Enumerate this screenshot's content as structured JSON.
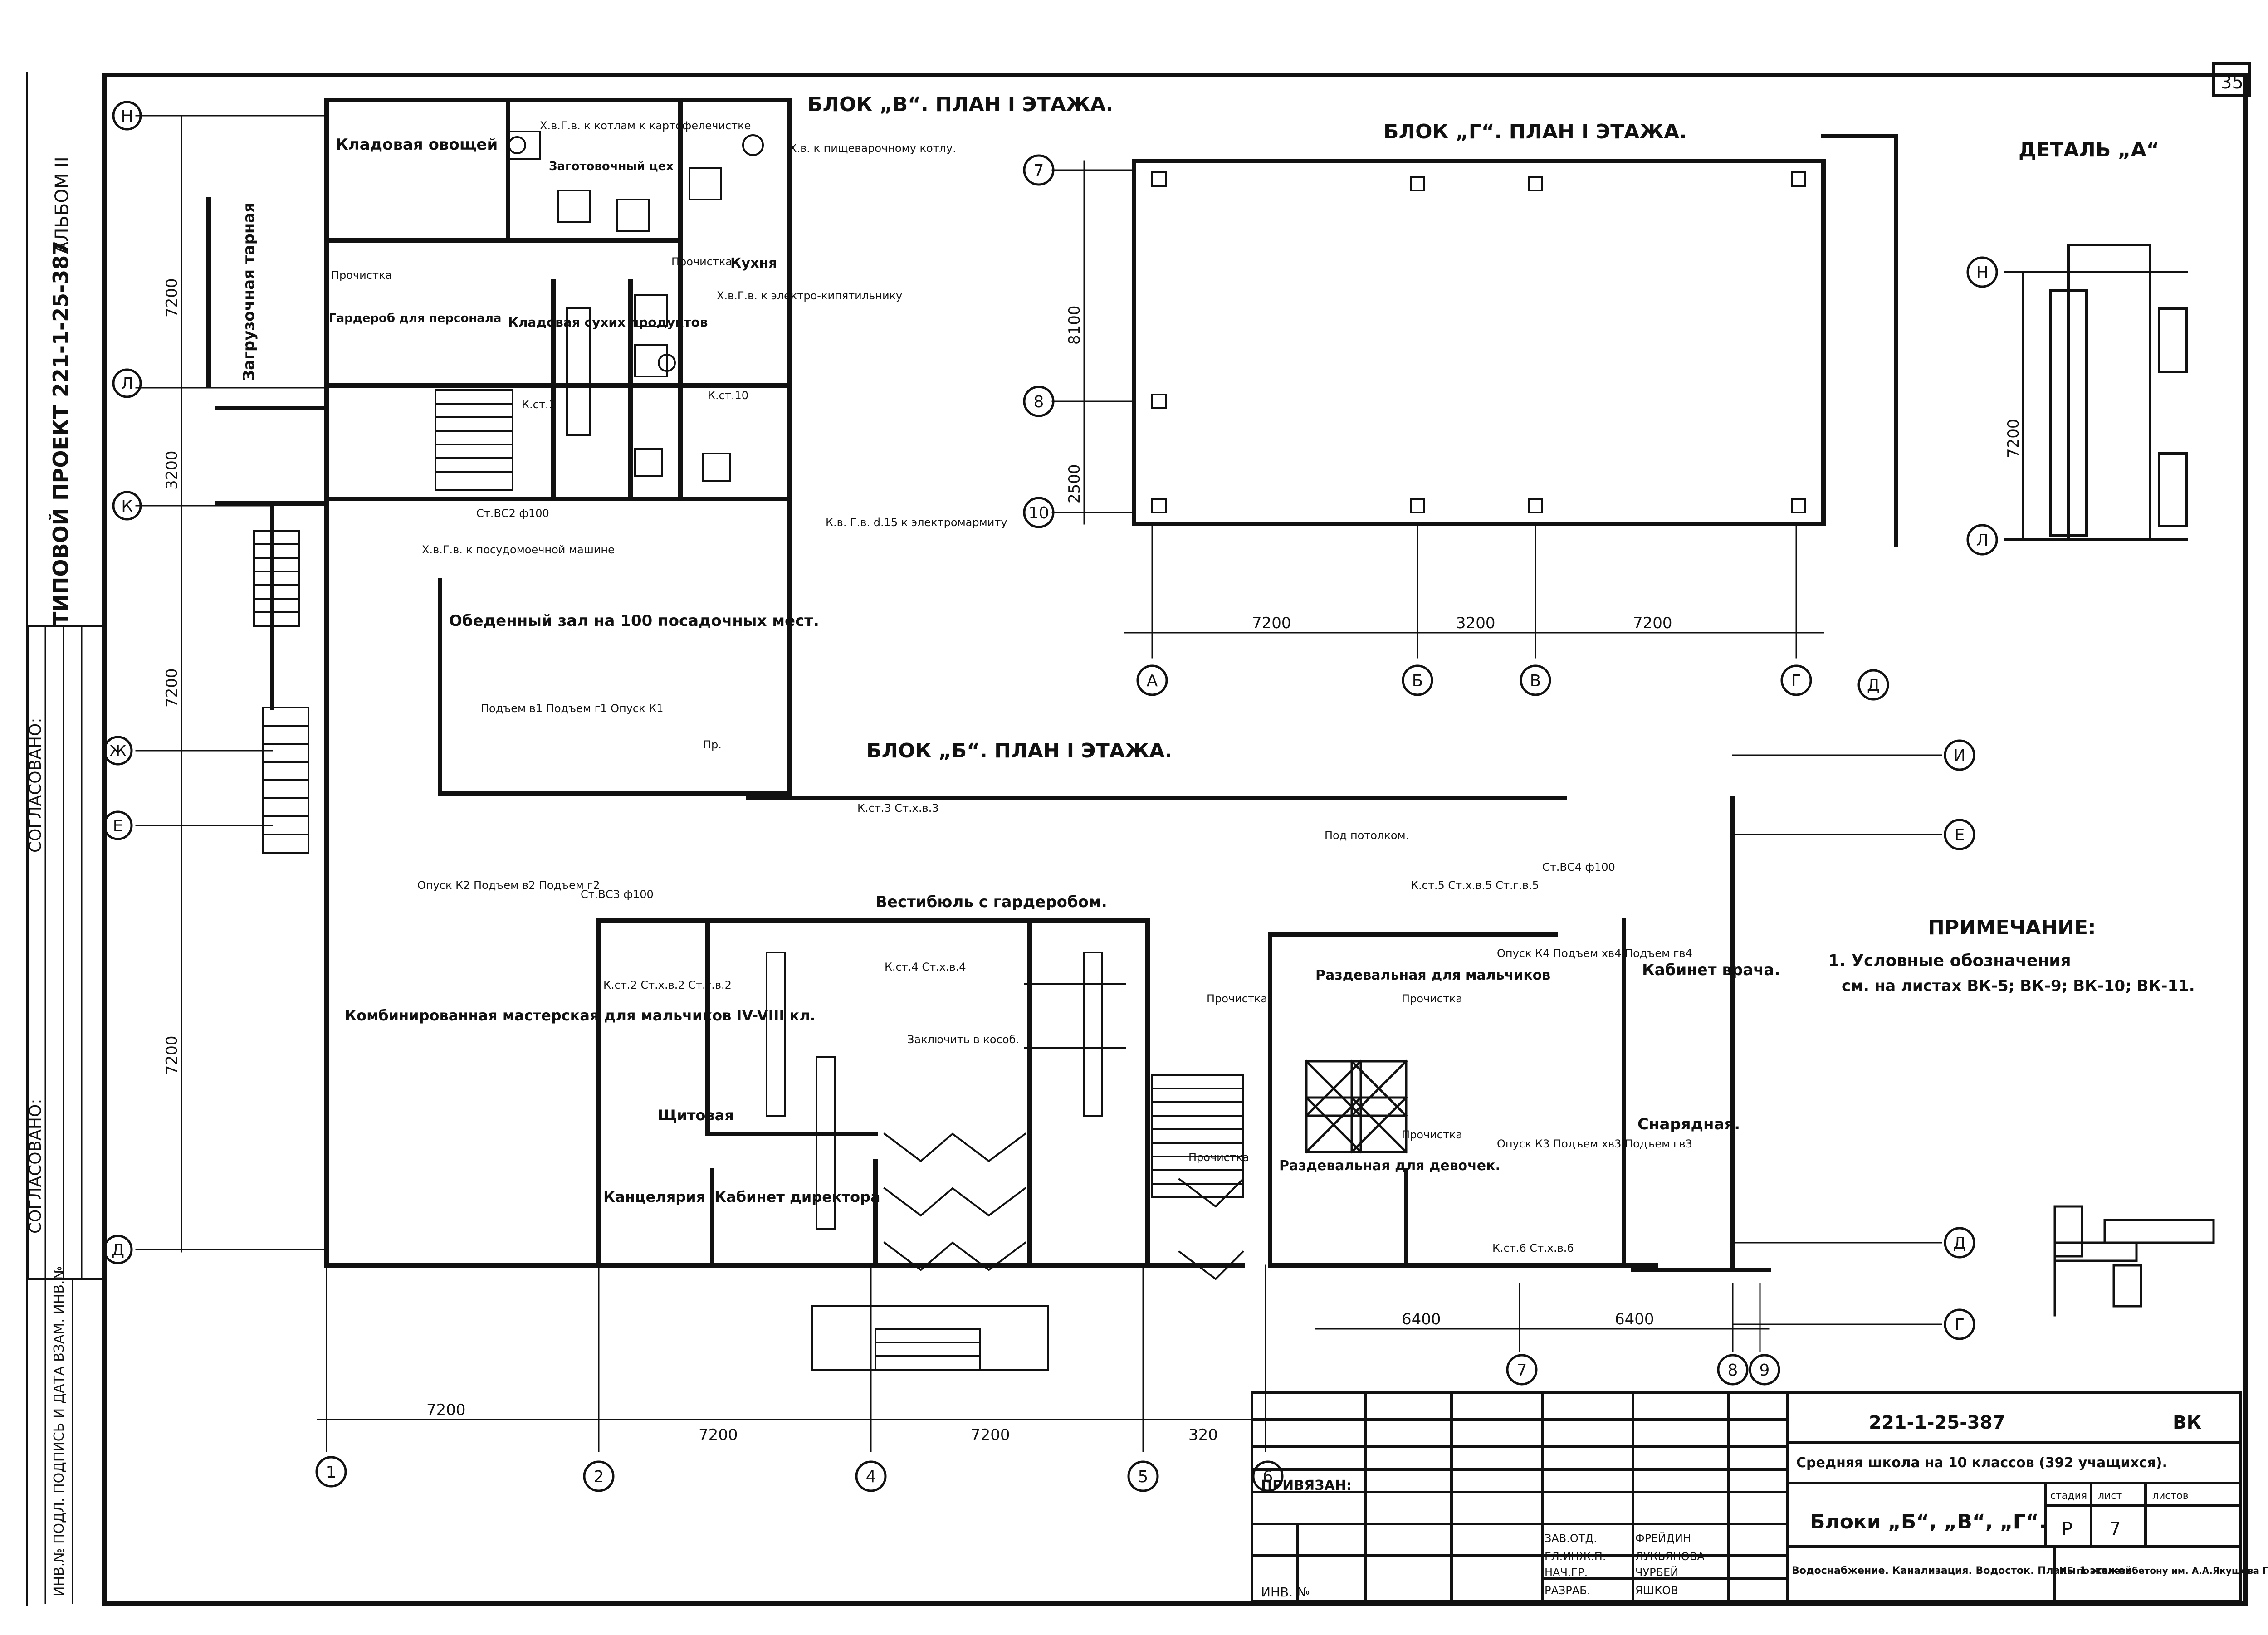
{
  "titles": {
    "block_v": "БЛОК „В“. ПЛАН I ЭТАЖА.",
    "block_g": "БЛОК „Г“. ПЛАН I ЭТАЖА.",
    "block_b": "БЛОК „Б“. ПЛАН I ЭТАЖА.",
    "detail": "ДЕТАЛЬ „А“"
  },
  "side_stamp": {
    "project": "ТИПОВОЙ ПРОЕКТ 221-1-25-387",
    "album": "АЛЬБОМ II",
    "agreed": "СОГЛАСОВАНО:",
    "agreed2": "СОГЛАСОВАНО:",
    "inv": "ИНВ.№ ПОДЛ. ПОДПИСЬ И ДАТА ВЗАМ. ИНВ.№"
  },
  "axes": {
    "block_v_rows": [
      "Н",
      "Л",
      "К",
      "Ж",
      "Е",
      "Д"
    ],
    "block_b_cols": [
      "1",
      "2",
      "4",
      "5",
      "6"
    ],
    "block_g_rows": [
      "7",
      "8",
      "10"
    ],
    "block_g_cols": [
      "А",
      "Б",
      "В",
      "Г",
      "Д"
    ],
    "block_b_right_rows": [
      "И",
      "Е",
      "Д",
      "Г"
    ],
    "block_b_right_cols": [
      "7",
      "8",
      "9"
    ],
    "detail_rows": [
      "Н",
      "Л"
    ]
  },
  "dims": {
    "v_left": [
      "7200",
      "3200",
      "7200",
      "7200"
    ],
    "b_bottom": [
      "7200",
      "7200",
      "7200",
      "320"
    ],
    "g_right": [
      "8100",
      "2500"
    ],
    "g_bottom": [
      "7200",
      "3200",
      "7200"
    ],
    "b_right": [
      "6400",
      "6400"
    ],
    "detail": "7200"
  },
  "rooms": {
    "veg_store": "Кладовая овощей",
    "loading": "Загрузочная тарная",
    "prep": "Заготовочный цех",
    "storage": "Кладовая сухих продуктов",
    "wardrobe_staff": "Гардероб для персонала",
    "kitchen": "Кухня",
    "dining": "Обеденный зал на 100 посадочных мест.",
    "workshop": "Комбинированная мастерская для мальчиков IV-VIII кл.",
    "vestibule": "Вестибюль с гардеробом.",
    "switchboard": "Щитовая",
    "office": "Канцелярия",
    "director": "Кабинет директора",
    "locker_boys": "Раздевальная для мальчиков",
    "locker_girls": "Раздевальная для девочек.",
    "doctor": "Кабинет врача.",
    "equipment": "Снарядная."
  },
  "annotations": {
    "hot_cold_potato": "Х.в.Г.в. к котлам к картофелечистке",
    "to_boiler": "Х.в. к пищеварочному котлу.",
    "to_kettle": "Х.в.Г.в. к электро-кипятильнику",
    "dishwasher": "Х.в.Г.в. к посудомоечной машине",
    "to_electric": "К.в. Г.в. d.15 к электромармиту",
    "flush": "Прочистка",
    "kst10": "К.ст.10",
    "kst1": "К.ст.1",
    "stvs2": "Ст.ВС2 ф100",
    "kst3": "К.ст.3 Ст.х.в.3",
    "kst2": "К.ст.2 Ст.х.в.2 Ст.г.в.2",
    "kst4": "К.ст.4 Ст.х.в.4",
    "kst5": "К.ст.5 Ст.х.в.5 Ст.г.в.5",
    "kst6": "К.ст.6 Ст.х.в.6",
    "stvs3": "Ст.ВС3 ф100",
    "stvs4": "Ст.ВС4 ф100",
    "lift1": "Подъем в1 Подъем г1 Опуск К1",
    "lift2": "Опуск К2 Подъем в2 Подъем г2",
    "lift3": "Опуск К3 Подъем хв3 Подъем гв3",
    "lift4": "Опуск К4 Подъем хв4 Подъем гв4",
    "embed": "Заключить в кособ.",
    "gutter": "Под потолком.",
    "pr": "Пр."
  },
  "note": {
    "title": "ПРИМЕЧАНИЕ:",
    "line1": "1. Условные обозначения",
    "line2": "см. на листах ВК-5; ВК-9; ВК-10; ВК-11."
  },
  "title_block": {
    "code": "221-1-25-387",
    "mark": "ВК",
    "school": "Средняя школа на 10 классов (392 учащихся).",
    "blocks": "Блоки „Б“, „В“, „Г“.",
    "sheet_desc": "Водоснабжение. Канализация. Водосток. Планы 1 этажей.",
    "stage_h": "стадия",
    "sheet_h": "лист",
    "sheets_h": "листов",
    "stage": "Р",
    "sheet": "7",
    "org": "КБ по железобетону им. А.А.Якушева Госстроя РСФСР",
    "bound": "ПРИВЯЗАН:",
    "inv": "ИНВ. №",
    "sig_roles": [
      "ЗАВ.ОТД.",
      "ГЛ.ИНЖ.П.",
      "НАЧ.ГР.",
      "РАЗРАБ."
    ],
    "sig_names": [
      "ФРЕЙДИН",
      "ЛУКЬЯНОВА",
      "ЧУРБЕЙ",
      "ЯШКОВ"
    ]
  },
  "page_number": "35"
}
